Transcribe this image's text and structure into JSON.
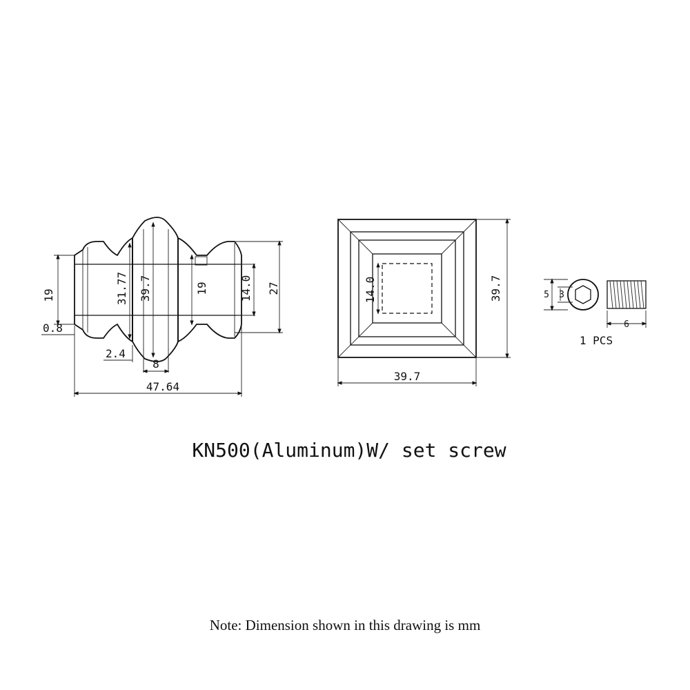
{
  "side_view": {
    "dims": {
      "overall_length": "47.64",
      "height_19_left": "19",
      "diameter_31_77": "31.77",
      "diameter_39_7": "39.7",
      "height_19_right": "19",
      "bore_14_0": "14.0",
      "height_27": "27",
      "offset_0_8": "0.8",
      "offset_2_4": "2.4",
      "width_8": "8"
    }
  },
  "front_view": {
    "dims": {
      "width": "39.7",
      "height": "39.7",
      "square_bore": "14.0"
    }
  },
  "set_screw": {
    "dims": {
      "outer": "5",
      "inner": "3",
      "length": "6"
    },
    "quantity": "1 PCS"
  },
  "title": "KN500(Aluminum)W/ set screw",
  "note": "Note: Dimension shown in this drawing is mm"
}
